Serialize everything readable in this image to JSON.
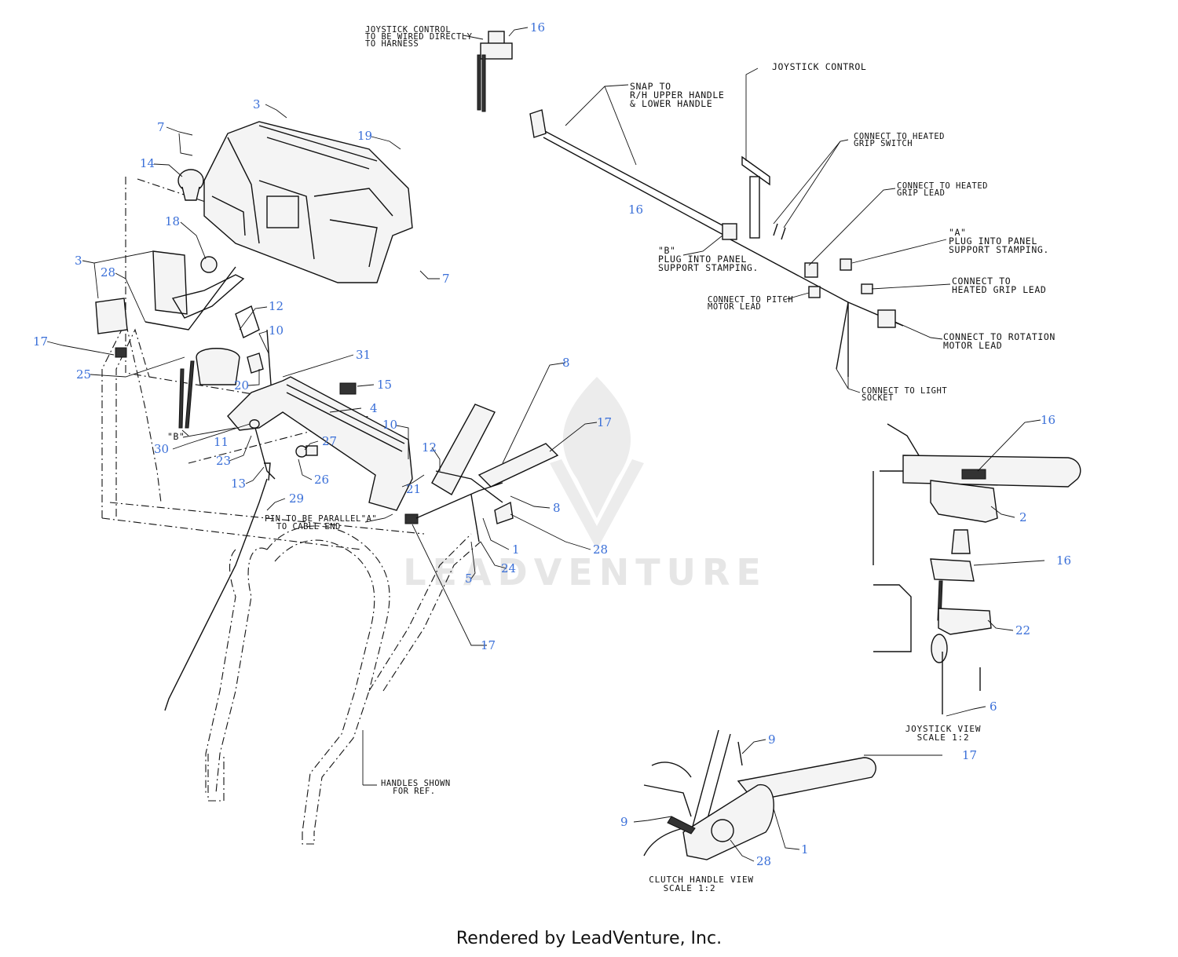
{
  "callouts": [
    {
      "n": "16"
    },
    {
      "n": "3"
    },
    {
      "n": "7"
    },
    {
      "n": "19"
    },
    {
      "n": "14"
    },
    {
      "n": "18"
    },
    {
      "n": "3"
    },
    {
      "n": "28"
    },
    {
      "n": "7"
    },
    {
      "n": "12"
    },
    {
      "n": "10"
    },
    {
      "n": "31"
    },
    {
      "n": "17"
    },
    {
      "n": "25"
    },
    {
      "n": "20"
    },
    {
      "n": "15"
    },
    {
      "n": "4"
    },
    {
      "n": "8"
    },
    {
      "n": "10"
    },
    {
      "n": "17"
    },
    {
      "n": "30"
    },
    {
      "n": "11"
    },
    {
      "n": "27"
    },
    {
      "n": "23"
    },
    {
      "n": "12"
    },
    {
      "n": "26"
    },
    {
      "n": "21"
    },
    {
      "n": "13"
    },
    {
      "n": "29"
    },
    {
      "n": "8"
    },
    {
      "n": "1"
    },
    {
      "n": "28"
    },
    {
      "n": "24"
    },
    {
      "n": "5"
    },
    {
      "n": "17"
    },
    {
      "n": "16"
    },
    {
      "n": "16"
    },
    {
      "n": "2"
    },
    {
      "n": "16"
    },
    {
      "n": "22"
    },
    {
      "n": "6"
    },
    {
      "n": "9"
    },
    {
      "n": "17"
    },
    {
      "n": "9"
    },
    {
      "n": "1"
    },
    {
      "n": "28"
    }
  ],
  "notes": {
    "joystick_wired": [
      "JOYSTICK CONTROL",
      "TO BE WIRED DIRECTLY",
      "TO HARNESS"
    ],
    "snap_to": [
      "SNAP TO",
      "R/H  UPPER HANDLE",
      "& LOWER HANDLE"
    ],
    "joystick_control": "JOYSTICK CONTROL",
    "heated_grip_switch": [
      "CONNECT TO HEATED",
      "GRIP SWITCH"
    ],
    "heated_grip_lead": [
      "CONNECT TO HEATED",
      "GRIP LEAD"
    ],
    "plug_a": [
      "\"A\"",
      "PLUG INTO PANEL",
      "SUPPORT STAMPING."
    ],
    "plug_b": [
      "\"B\"",
      "PLUG INTO PANEL",
      "SUPPORT STAMPING."
    ],
    "heated_grip_lead_2": [
      "CONNECT TO",
      "HEATED GRIP LEAD"
    ],
    "pitch_motor": [
      "CONNECT TO PITCH",
      "MOTOR LEAD"
    ],
    "rotation_motor": [
      "CONNECT TO ROTATION",
      "MOTOR LEAD"
    ],
    "light_socket": [
      "CONNECT TO LIGHT",
      "SOCKET"
    ],
    "b_label": "\"B\"",
    "pin_parallel": [
      "PIN TO BE PARALLEL\"A\"",
      "TO CABLE END"
    ],
    "handles_shown": [
      "HANDLES SHOWN",
      "FOR REF."
    ],
    "joystick_view": [
      "JOYSTICK VIEW",
      "SCALE 1:2"
    ],
    "clutch_view": [
      "CLUTCH HANDLE VIEW",
      "SCALE 1:2"
    ]
  },
  "watermark": "LEADVENTURE",
  "footer": "Rendered by LeadVenture, Inc."
}
